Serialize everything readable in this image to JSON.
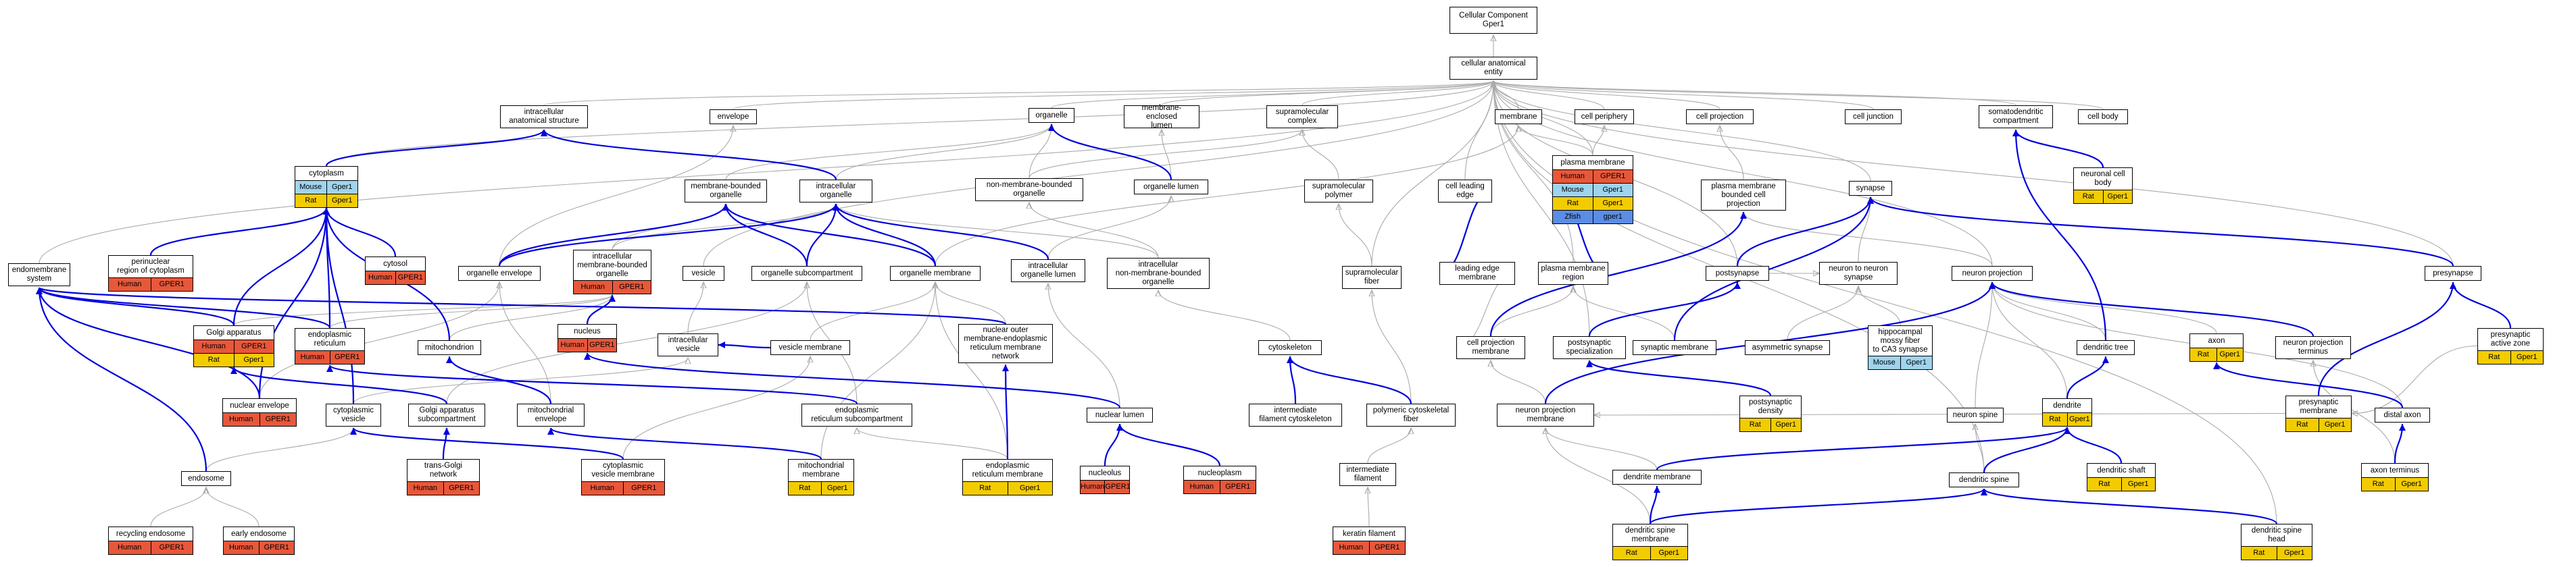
{
  "title": "Cellular Component\nGper1",
  "colors": {
    "Human": "#e8573a",
    "Mouse": "#9ed4ee",
    "Rat": "#f3cc00",
    "Zfish": "#5b8de6",
    "blue_edge": "#0000dd",
    "grey_edge": "#aaaaaa"
  },
  "nodes": [
    {
      "id": "root",
      "label": "Cellular Component\nGper1"
    },
    {
      "id": "cae",
      "label": "cellular anatomical\nentity"
    },
    {
      "id": "ias",
      "label": "intracellular\nanatomical structure"
    },
    {
      "id": "envelope",
      "label": "envelope"
    },
    {
      "id": "organelle",
      "label": "organelle"
    },
    {
      "id": "mel",
      "label": "membrane-enclosed\nlumen"
    },
    {
      "id": "smc",
      "label": "supramolecular\ncomplex"
    },
    {
      "id": "membrane",
      "label": "membrane"
    },
    {
      "id": "cperiph",
      "label": "cell periphery"
    },
    {
      "id": "cproj",
      "label": "cell projection"
    },
    {
      "id": "cjunc",
      "label": "cell junction"
    },
    {
      "id": "soma",
      "label": "somatodendritic\ncompartment"
    },
    {
      "id": "cbody",
      "label": "cell body"
    },
    {
      "id": "cytoplasm",
      "label": "cytoplasm",
      "genes": [
        [
          "Mouse",
          "Gper1"
        ],
        [
          "Rat",
          "Gper1"
        ]
      ]
    },
    {
      "id": "mbo",
      "label": "membrane-bounded\norganelle"
    },
    {
      "id": "io",
      "label": "intracellular\norganelle"
    },
    {
      "id": "nmbo",
      "label": "non-membrane-bounded\norganelle"
    },
    {
      "id": "olumen",
      "label": "organelle lumen"
    },
    {
      "id": "smpoly",
      "label": "supramolecular\npolymer"
    },
    {
      "id": "cle",
      "label": "cell leading\nedge"
    },
    {
      "id": "pm",
      "label": "plasma membrane",
      "genes": [
        [
          "Human",
          "GPER1"
        ],
        [
          "Mouse",
          "Gper1"
        ],
        [
          "Rat",
          "Gper1"
        ],
        [
          "Zfish",
          "gper1"
        ]
      ]
    },
    {
      "id": "pmbcp",
      "label": "plasma membrane\nbounded cell\nprojection"
    },
    {
      "id": "synapse",
      "label": "synapse"
    },
    {
      "id": "ncbody",
      "label": "neuronal cell\nbody",
      "genes": [
        [
          "Rat",
          "Gper1"
        ]
      ]
    },
    {
      "id": "endomem",
      "label": "endomembrane\nsystem"
    },
    {
      "id": "perinuc",
      "label": "perinuclear\nregion of cytoplasm",
      "genes": [
        [
          "Human",
          "GPER1"
        ]
      ]
    },
    {
      "id": "cytosol",
      "label": "cytosol",
      "genes": [
        [
          "Human",
          "GPER1"
        ]
      ]
    },
    {
      "id": "oenv",
      "label": "organelle envelope"
    },
    {
      "id": "imbo",
      "label": "intracellular\nmembrane-bounded\norganelle",
      "genes": [
        [
          "Human",
          "GPER1"
        ]
      ]
    },
    {
      "id": "vesicle",
      "label": "vesicle"
    },
    {
      "id": "osub",
      "label": "organelle subcompartment"
    },
    {
      "id": "omem",
      "label": "organelle membrane"
    },
    {
      "id": "iol",
      "label": "intracellular\norganelle lumen"
    },
    {
      "id": "inmbo",
      "label": "intracellular\nnon-membrane-bounded\norganelle"
    },
    {
      "id": "smfiber",
      "label": "supramolecular\nfiber"
    },
    {
      "id": "lem",
      "label": "leading edge\nmembrane"
    },
    {
      "id": "pmr",
      "label": "plasma membrane\nregion"
    },
    {
      "id": "postsyn",
      "label": "postsynapse"
    },
    {
      "id": "n2n",
      "label": "neuron to neuron\nsynapse"
    },
    {
      "id": "nproj",
      "label": "neuron projection"
    },
    {
      "id": "presyn",
      "label": "presynapse"
    },
    {
      "id": "golgi",
      "label": "Golgi apparatus",
      "genes": [
        [
          "Human",
          "GPER1"
        ],
        [
          "Rat",
          "Gper1"
        ]
      ]
    },
    {
      "id": "er",
      "label": "endoplasmic\nreticulum",
      "genes": [
        [
          "Human",
          "GPER1"
        ]
      ]
    },
    {
      "id": "mito",
      "label": "mitochondrion"
    },
    {
      "id": "nucleus",
      "label": "nucleus",
      "genes": [
        [
          "Human",
          "GPER1"
        ]
      ]
    },
    {
      "id": "ivesicle",
      "label": "intracellular\nvesicle"
    },
    {
      "id": "vmem",
      "label": "vesicle membrane"
    },
    {
      "id": "nuoute",
      "label": "nuclear outer\nmembrane-endoplasmic\nreticulum membrane\nnetwork"
    },
    {
      "id": "cytoskel",
      "label": "cytoskeleton"
    },
    {
      "id": "cpm",
      "label": "cell projection\nmembrane"
    },
    {
      "id": "pss",
      "label": "postsynaptic\nspecialization"
    },
    {
      "id": "synmem",
      "label": "synaptic membrane"
    },
    {
      "id": "asymsyn",
      "label": "asymmetric synapse"
    },
    {
      "id": "hmf",
      "label": "hippocampal\nmossy fiber\nto CA3 synapse",
      "genes": [
        [
          "Mouse",
          "Gper1"
        ]
      ]
    },
    {
      "id": "dtree",
      "label": "dendritic tree"
    },
    {
      "id": "axon",
      "label": "axon",
      "genes": [
        [
          "Rat",
          "Gper1"
        ]
      ]
    },
    {
      "id": "npt",
      "label": "neuron projection\nterminus"
    },
    {
      "id": "pactive",
      "label": "presynaptic\nactive zone",
      "genes": [
        [
          "Rat",
          "Gper1"
        ]
      ]
    },
    {
      "id": "nenv",
      "label": "nuclear envelope",
      "genes": [
        [
          "Human",
          "GPER1"
        ]
      ]
    },
    {
      "id": "cytovesicle",
      "label": "cytoplasmic\nvesicle"
    },
    {
      "id": "golgisub",
      "label": "Golgi apparatus\nsubcompartment"
    },
    {
      "id": "mitoenv",
      "label": "mitochondrial\nenvelope"
    },
    {
      "id": "ersub",
      "label": "endoplasmic\nreticulum subcompartment"
    },
    {
      "id": "nlumen",
      "label": "nuclear lumen"
    },
    {
      "id": "ifc",
      "label": "intermediate\nfilament cytoskeleton"
    },
    {
      "id": "pcf",
      "label": "polymeric cytoskeletal\nfiber"
    },
    {
      "id": "npm",
      "label": "neuron projection\nmembrane"
    },
    {
      "id": "pdens",
      "label": "postsynaptic\ndensity",
      "genes": [
        [
          "Rat",
          "Gper1"
        ]
      ]
    },
    {
      "id": "nspine",
      "label": "neuron spine"
    },
    {
      "id": "dendrite",
      "label": "dendrite",
      "genes": [
        [
          "Rat",
          "Gper1"
        ]
      ]
    },
    {
      "id": "pmem",
      "label": "presynaptic\nmembrane",
      "genes": [
        [
          "Rat",
          "Gper1"
        ]
      ]
    },
    {
      "id": "daxon",
      "label": "distal axon"
    },
    {
      "id": "endosome",
      "label": "endosome"
    },
    {
      "id": "tgn",
      "label": "trans-Golgi\nnetwork",
      "genes": [
        [
          "Human",
          "GPER1"
        ]
      ]
    },
    {
      "id": "cvm",
      "label": "cytoplasmic\nvesicle membrane",
      "genes": [
        [
          "Human",
          "GPER1"
        ]
      ]
    },
    {
      "id": "mitomem",
      "label": "mitochondrial\nmembrane",
      "genes": [
        [
          "Rat",
          "Gper1"
        ]
      ]
    },
    {
      "id": "erm",
      "label": "endoplasmic\nreticulum membrane",
      "genes": [
        [
          "Rat",
          "Gper1"
        ]
      ]
    },
    {
      "id": "nucleolus",
      "label": "nucleolus",
      "genes": [
        [
          "Human",
          "GPER1"
        ]
      ]
    },
    {
      "id": "nucleoplasm",
      "label": "nucleoplasm",
      "genes": [
        [
          "Human",
          "GPER1"
        ]
      ]
    },
    {
      "id": "ifil",
      "label": "intermediate\nfilament"
    },
    {
      "id": "dmem",
      "label": "dendrite membrane"
    },
    {
      "id": "dspine",
      "label": "dendritic spine"
    },
    {
      "id": "dshaft",
      "label": "dendritic shaft",
      "genes": [
        [
          "Rat",
          "Gper1"
        ]
      ]
    },
    {
      "id": "axterm",
      "label": "axon terminus",
      "genes": [
        [
          "Rat",
          "Gper1"
        ]
      ]
    },
    {
      "id": "recendo",
      "label": "recycling endosome",
      "genes": [
        [
          "Human",
          "GPER1"
        ]
      ]
    },
    {
      "id": "earlyendo",
      "label": "early endosome",
      "genes": [
        [
          "Human",
          "GPER1"
        ]
      ]
    },
    {
      "id": "keratin",
      "label": "keratin filament",
      "genes": [
        [
          "Human",
          "GPER1"
        ]
      ]
    },
    {
      "id": "dsm",
      "label": "dendritic spine\nmembrane",
      "genes": [
        [
          "Rat",
          "Gper1"
        ]
      ]
    },
    {
      "id": "dsh",
      "label": "dendritic spine\nhead",
      "genes": [
        [
          "Rat",
          "Gper1"
        ]
      ]
    }
  ]
}
